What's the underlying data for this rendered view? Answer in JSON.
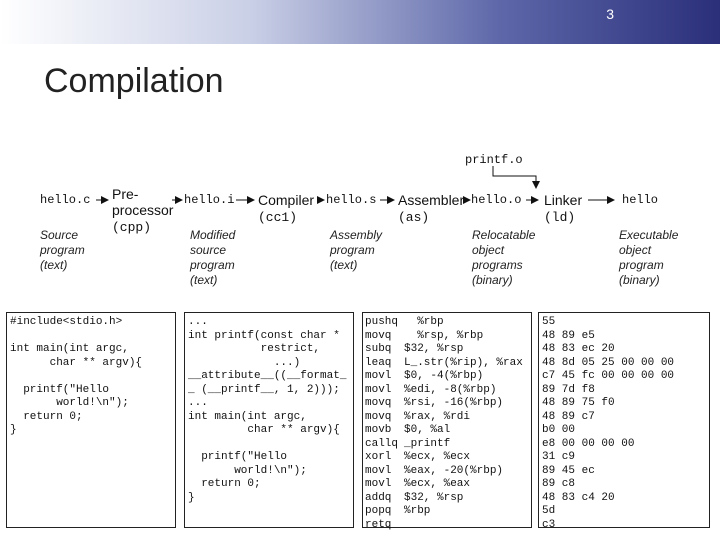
{
  "slide": {
    "page_number": "3",
    "title": "Compilation"
  },
  "pipeline": {
    "printf_file": "printf.o",
    "source": {
      "file": "hello.c",
      "desc": "Source program (text)"
    },
    "preprocessor": {
      "name": "Pre-processor",
      "sub": "(cpp)"
    },
    "modified": {
      "file": "hello.i",
      "desc": "Modified source program (text)"
    },
    "compiler": {
      "name": "Compiler",
      "sub": "(cc1)"
    },
    "assembly": {
      "file": "hello.s",
      "desc": "Assembly program (text)"
    },
    "assembler": {
      "name": "Assembler",
      "sub": "(as)"
    },
    "relocatable": {
      "file": "hello.o",
      "desc": "Relocatable object programs (binary)"
    },
    "linker": {
      "name": "Linker",
      "sub": "(ld)"
    },
    "executable": {
      "file": "hello",
      "desc": "Executable object program (binary)"
    }
  },
  "code_boxes": {
    "source_code": "#include<stdio.h>\n\nint main(int argc,\n      char ** argv){\n\n  printf(\"Hello\n       world!\\n\");\n  return 0;\n}",
    "preprocessed_code": "...\nint printf(const char *\n           restrict,\n             ...)\n__attribute__((__format_\n_ (__printf__, 1, 2)));\n...\nint main(int argc,\n         char ** argv){\n\n  printf(\"Hello\n       world!\\n\");\n  return 0;\n}",
    "asm_mnemonics": "pushq\nmovq\nsubq\nleaq\nmovl\nmovl\nmovq\nmovq\nmovb\ncallq\nxorl\nmovl\nmovl\naddq\npopq\nretq",
    "asm_operands": "  %rbp\n  %rsp, %rbp\n$32, %rsp\nL_.str(%rip), %rax\n$0, -4(%rbp)\n%edi, -8(%rbp)\n%rsi, -16(%rbp)\n%rax, %rdi\n$0, %al\n_printf\n%ecx, %ecx\n%eax, -20(%rbp)\n%ecx, %eax\n$32, %rsp\n%rbp",
    "machine_code": "55\n48 89 e5\n48 83 ec 20\n48 8d 05 25 00 00 00\nc7 45 fc 00 00 00 00\n89 7d f8\n48 89 75 f0\n48 89 c7\nb0 00\ne8 00 00 00 00\n31 c9\n89 45 ec\n89 c8\n48 83 c4 20\n5d\nc3"
  }
}
